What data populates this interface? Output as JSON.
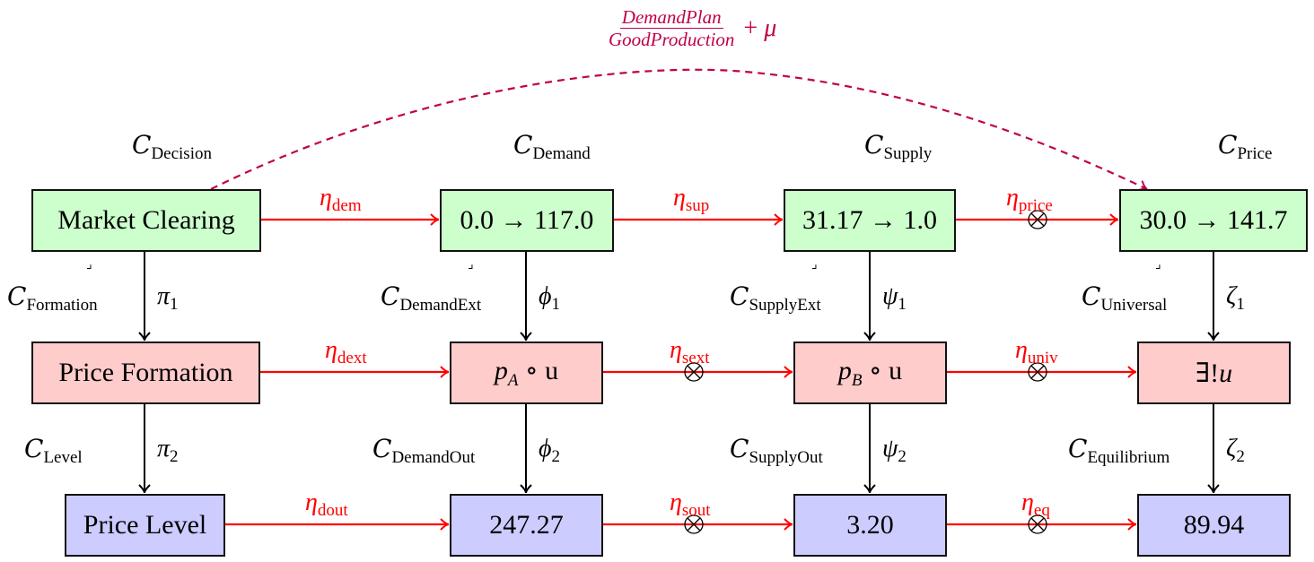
{
  "annotation": {
    "numerator": "DemandPlan",
    "denominator": "GoodProduction",
    "suffix_op": "+",
    "suffix_symbol": "μ",
    "color": "#c0004a"
  },
  "columns": [
    {
      "category": "C",
      "category_sub": "Decision"
    },
    {
      "category": "C",
      "category_sub": "Demand"
    },
    {
      "category": "C",
      "category_sub": "Supply"
    },
    {
      "category": "C",
      "category_sub": "Price"
    }
  ],
  "nodes": {
    "row1": [
      "Market Clearing",
      "0.0 → 117.0",
      "31.17 → 1.0",
      "30.0 → 141.7"
    ],
    "row2": [
      "Price Formation",
      "p_A ∘ u",
      "p_B ∘ u",
      "∃!u"
    ],
    "row3": [
      "Price Level",
      "247.27",
      "3.20",
      "89.94"
    ]
  },
  "row2_math": [
    {
      "base": "p",
      "sub": "A",
      "rest": " ∘ u"
    },
    {
      "base": "p",
      "sub": "B",
      "rest": " ∘ u"
    },
    {
      "base": "∃!",
      "sub": "",
      "rest": "u"
    }
  ],
  "horizontal_arrows": {
    "row1": [
      {
        "symbol": "η",
        "sub": "dem",
        "tensor": false
      },
      {
        "symbol": "η",
        "sub": "sup",
        "tensor": false
      },
      {
        "symbol": "η",
        "sub": "price",
        "tensor": true
      }
    ],
    "row2": [
      {
        "symbol": "η",
        "sub": "dext",
        "tensor": false
      },
      {
        "symbol": "η",
        "sub": "sext",
        "tensor": true
      },
      {
        "symbol": "η",
        "sub": "univ",
        "tensor": true
      }
    ],
    "row3": [
      {
        "symbol": "η",
        "sub": "dout",
        "tensor": false
      },
      {
        "symbol": "η",
        "sub": "sout",
        "tensor": true
      },
      {
        "symbol": "η",
        "sub": "eq",
        "tensor": true
      }
    ]
  },
  "vertical_arrows": {
    "upper": [
      {
        "morphism": "π",
        "index": "1",
        "category": "C",
        "category_sub": "Formation"
      },
      {
        "morphism": "ϕ",
        "index": "1",
        "category": "C",
        "category_sub": "DemandExt"
      },
      {
        "morphism": "ψ",
        "index": "1",
        "category": "C",
        "category_sub": "SupplyExt"
      },
      {
        "morphism": "ζ",
        "index": "1",
        "category": "C",
        "category_sub": "Universal"
      }
    ],
    "lower": [
      {
        "morphism": "π",
        "index": "2",
        "category": "C",
        "category_sub": "Level"
      },
      {
        "morphism": "ϕ",
        "index": "2",
        "category": "C",
        "category_sub": "DemandOut"
      },
      {
        "morphism": "ψ",
        "index": "2",
        "category": "C",
        "category_sub": "SupplyOut"
      },
      {
        "morphism": "ζ",
        "index": "2",
        "category": "C",
        "category_sub": "Equilibrium"
      }
    ]
  },
  "pullback_marker": "⌟",
  "tensor_symbol": "⊗",
  "colors": {
    "row1_fill": "#ccffcc",
    "row2_fill": "#ffcccc",
    "row3_fill": "#ccccff",
    "natural_transformation": "#ff0000",
    "dashed_arc": "#c0004a",
    "morphism": "#000000"
  }
}
